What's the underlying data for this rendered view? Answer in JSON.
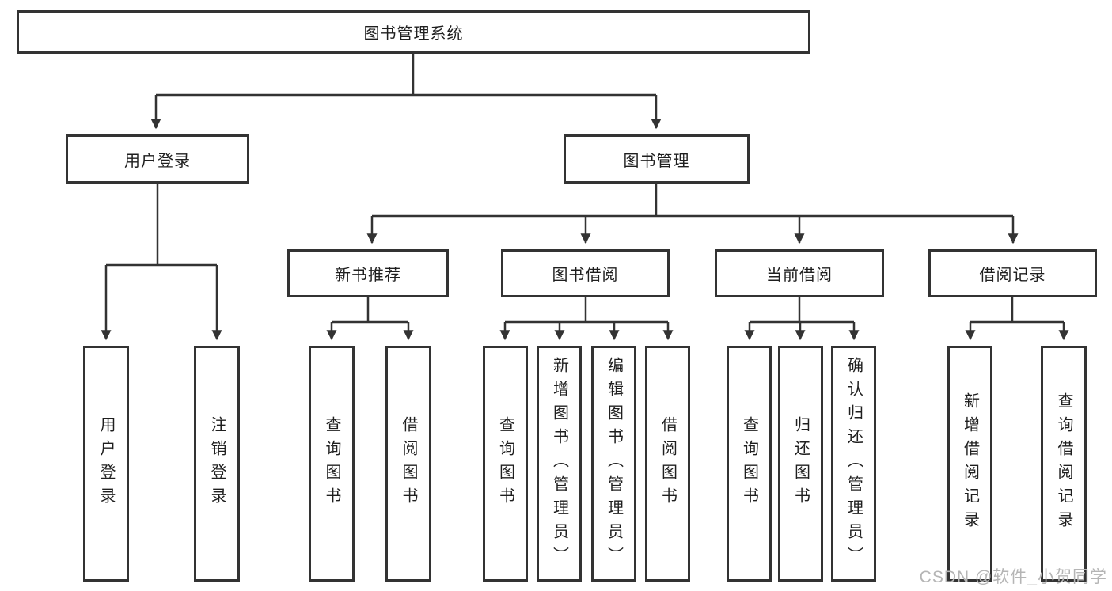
{
  "diagram_title": "图书管理系统",
  "nodes": {
    "root": {
      "label": "图书管理系统"
    },
    "user_login": {
      "label": "用户登录"
    },
    "book_mgmt": {
      "label": "图书管理"
    },
    "new_book_rec": {
      "label": "新书推荐"
    },
    "book_borrow": {
      "label": "图书借阅"
    },
    "current_borrow": {
      "label": "当前借阅"
    },
    "borrow_records": {
      "label": "借阅记录"
    },
    "leaf_user_login": {
      "label": "用户登录"
    },
    "leaf_logout": {
      "label": "注销登录"
    },
    "leaf_query_book_rec": {
      "label": "查询图书"
    },
    "leaf_borrow_book_rec": {
      "label": "借阅图书"
    },
    "leaf_query_book_borrow": {
      "label": "查询图书"
    },
    "leaf_add_book": {
      "label": "新增图书（管理员）"
    },
    "leaf_edit_book": {
      "label": "编辑图书（管理员）"
    },
    "leaf_borrow_book": {
      "label": "借阅图书"
    },
    "leaf_query_book_current": {
      "label": "查询图书"
    },
    "leaf_return_book": {
      "label": "归还图书"
    },
    "leaf_confirm_return": {
      "label": "确认归还（管理员）"
    },
    "leaf_add_borrow_record": {
      "label": "新增借阅记录"
    },
    "leaf_query_borrow_record": {
      "label": "查询借阅记录"
    }
  },
  "watermark": {
    "text": "CSDN @软件_小贺同学"
  },
  "colors": {
    "line": "#333333",
    "box_border": "#333333",
    "text": "#1f1f1f",
    "watermark": "#b5b5b5",
    "background": "#ffffff"
  }
}
